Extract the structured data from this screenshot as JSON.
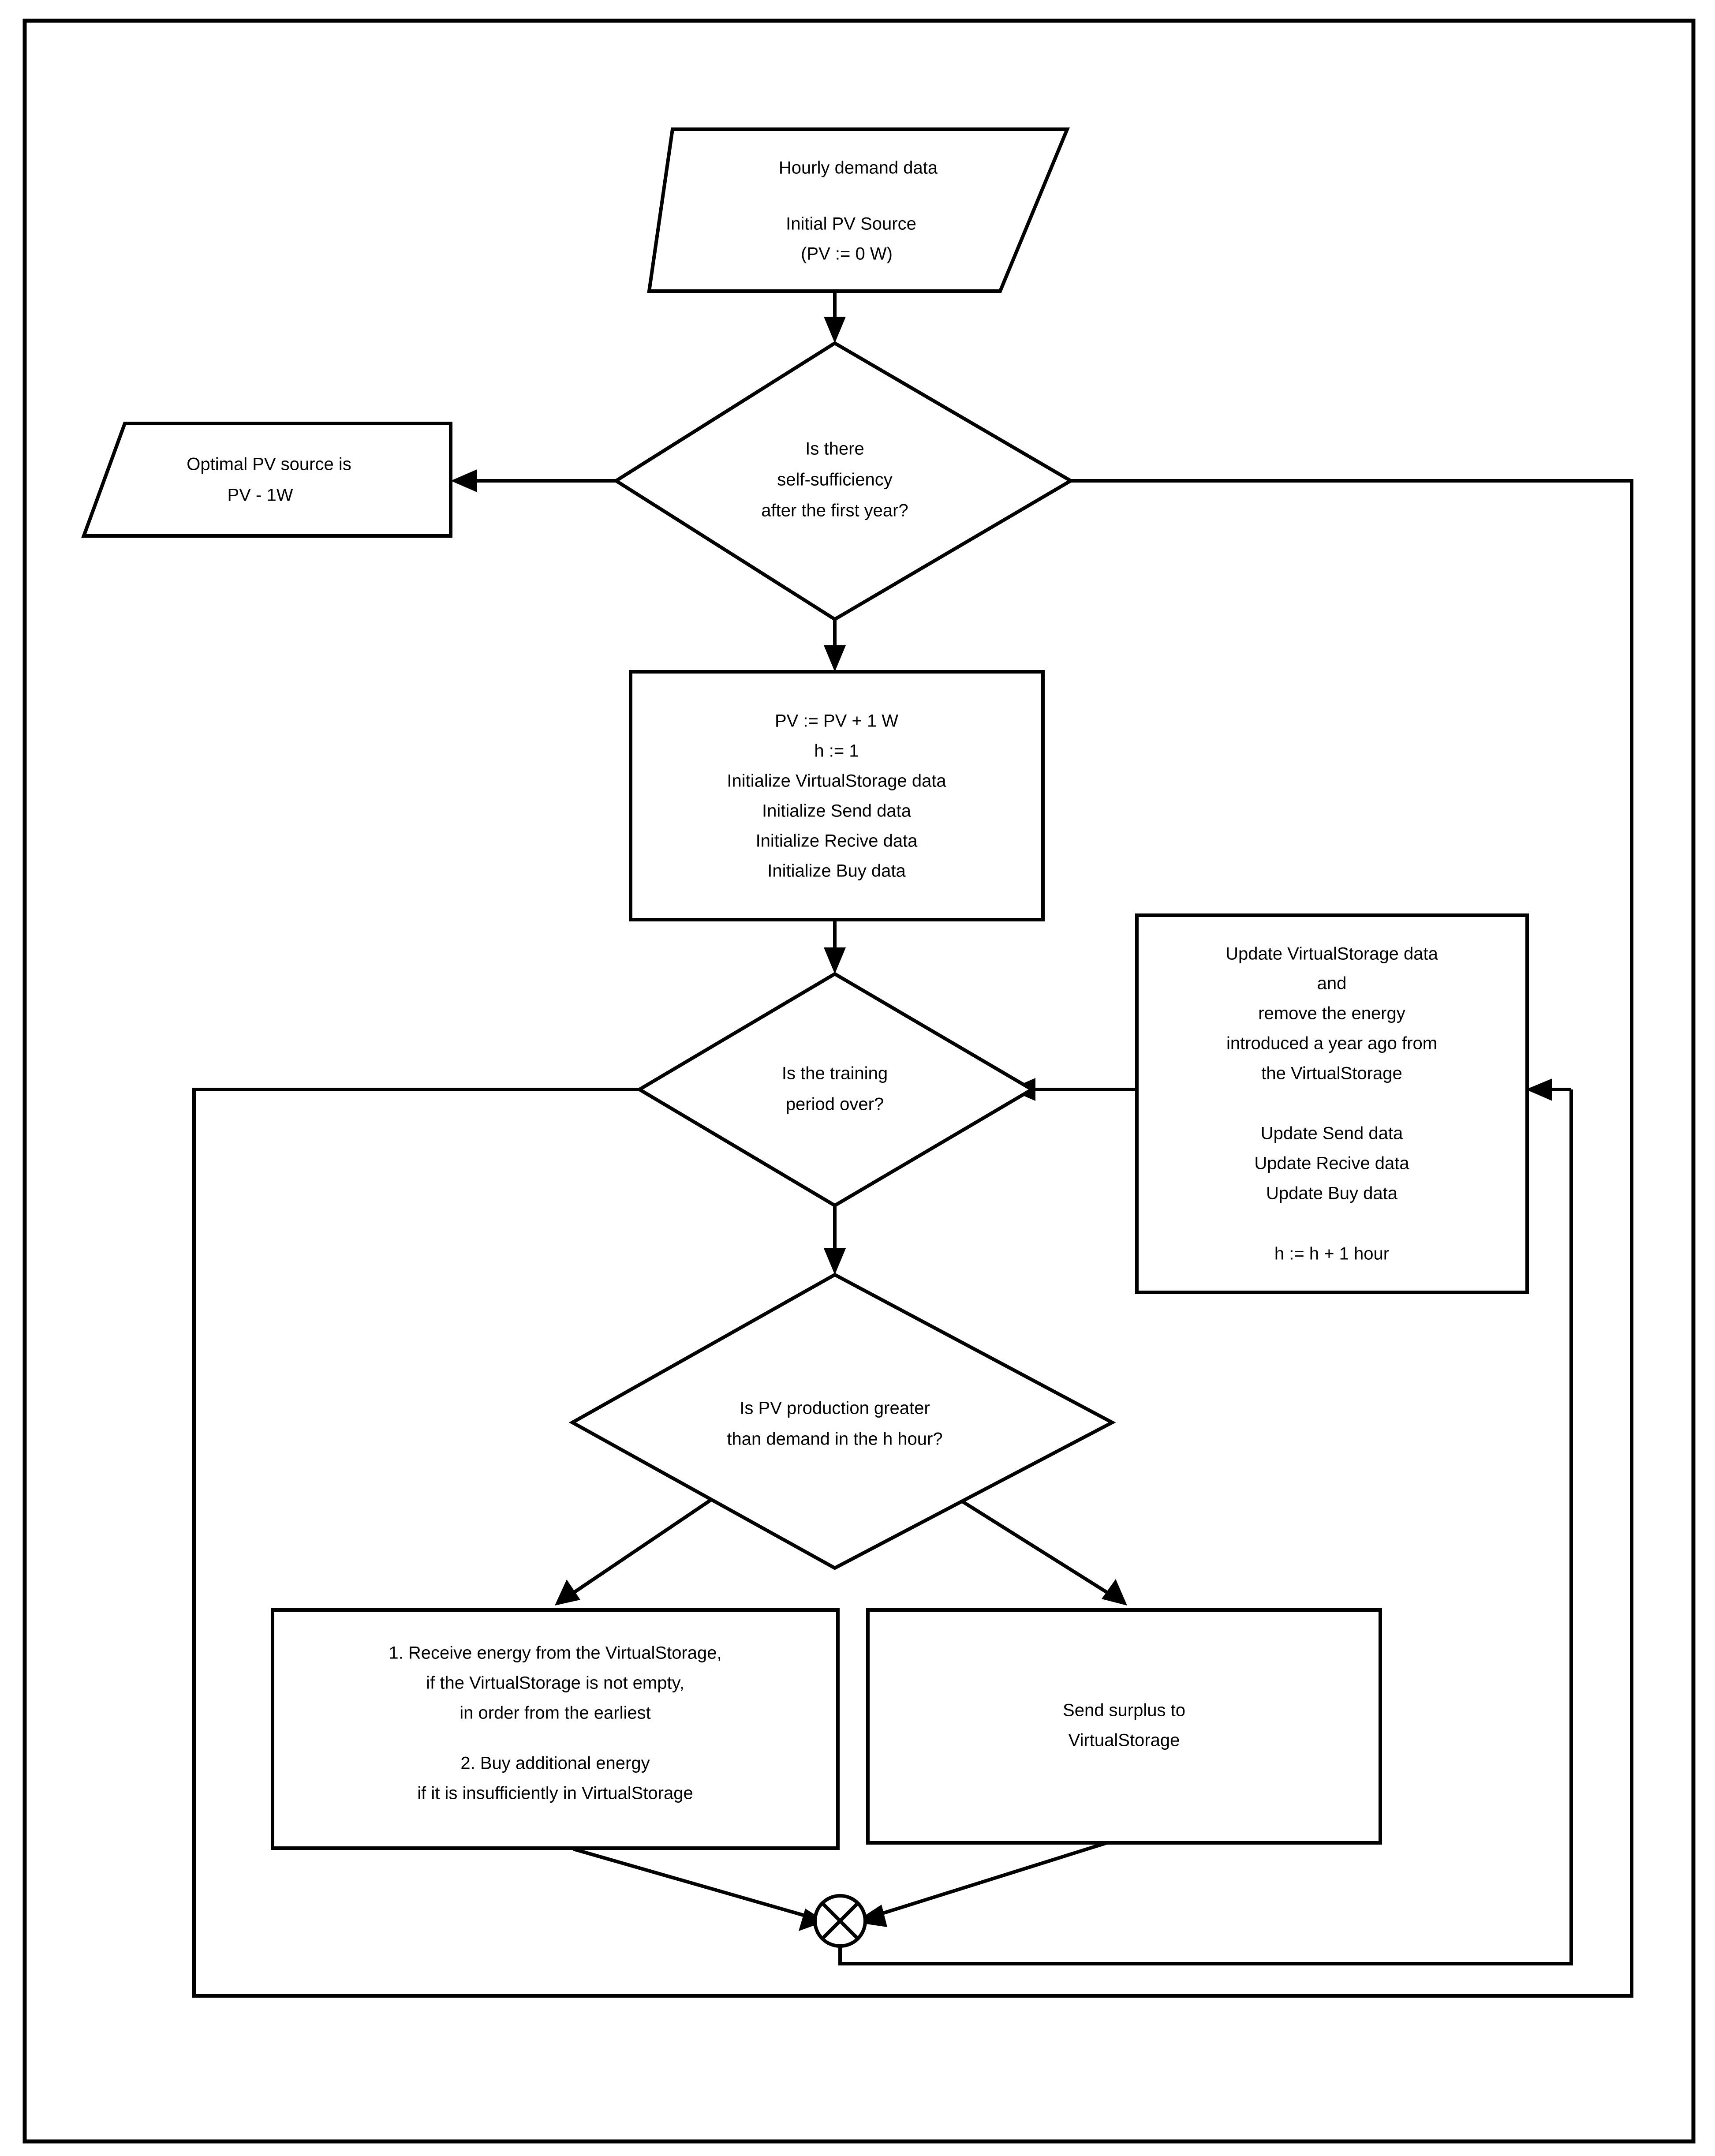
{
  "diagram": {
    "title": "PV sizing and VirtualStorage simulation flowchart",
    "background_color": "#ffffff",
    "line_color": "#000000",
    "text_color": "#000000",
    "nodes": {
      "input_data": {
        "type": "parallelogram-input",
        "lines": [
          "Hourly demand data",
          "",
          "Initial PV Source",
          "(PV := 0 W)"
        ]
      },
      "decision_self_sufficiency": {
        "type": "diamond",
        "lines": [
          "Is there",
          "self-sufficiency",
          "after the first year?"
        ]
      },
      "output_optimal": {
        "type": "parallelogram-output",
        "lines": [
          "Optimal PV source is",
          "PV - 1W"
        ]
      },
      "process_init": {
        "type": "rectangle",
        "lines": [
          "PV := PV + 1 W",
          "h := 1",
          "Initialize VirtualStorage data",
          "Initialize Send data",
          "Initialize Recive data",
          "Initialize Buy data"
        ]
      },
      "decision_training": {
        "type": "diamond",
        "lines": [
          "Is the training",
          "period over?"
        ]
      },
      "process_update": {
        "type": "rectangle",
        "lines": [
          "Update VirtualStorage data",
          "and",
          "remove the energy",
          "introduced a year ago from",
          "the VirtualStorage",
          "",
          "Update Send data",
          "Update Recive data",
          "Update Buy data",
          "",
          "h := h + 1 hour"
        ]
      },
      "decision_pv_vs_demand": {
        "type": "diamond",
        "lines": [
          "Is PV production greater",
          "than demand in the h hour?"
        ]
      },
      "process_receive_buy": {
        "type": "rectangle",
        "lines": [
          "1. Receive energy from the VirtualStorage,",
          "if the VirtualStorage is not empty,",
          "in order from the earliest",
          "",
          "2. Buy additional energy",
          "if it is insufficiently in VirtualStorage"
        ]
      },
      "process_send_surplus": {
        "type": "rectangle",
        "lines": [
          "Send surplus to",
          "VirtualStorage"
        ]
      },
      "merge_junction": {
        "type": "circle-x-connector",
        "lines": []
      }
    }
  }
}
